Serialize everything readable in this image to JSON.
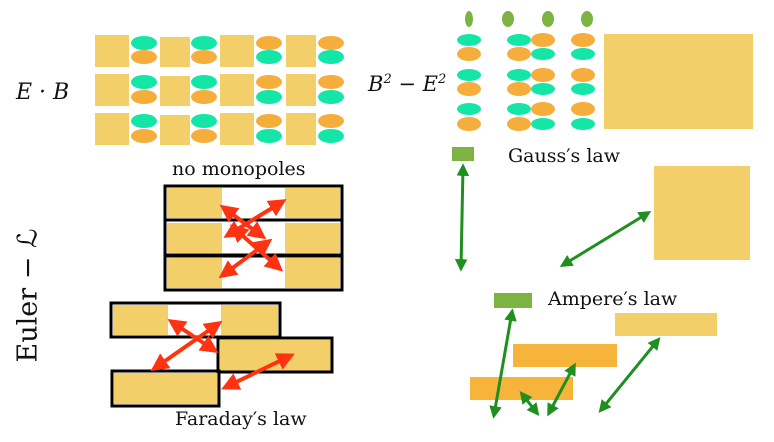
{
  "labels": {
    "e_dot_b": "E · B",
    "b2_e2_b": "B",
    "b2_e2_minus": " − E",
    "b2_e2_sup": "2",
    "no_monopoles": "no  monopoles",
    "gauss": "Gauss′s  law",
    "ampere": "Ampere′s  law",
    "faraday": "Faraday′s  law",
    "euler": "Euler − ℒ"
  },
  "colors": {
    "paper": "#f2cf68",
    "paper_dark": "#e9bf55",
    "teal": "#14e6a7",
    "orange": "#f5ad3c",
    "green": "#7cb342",
    "green_arrow": "#1f8f1f",
    "red_arrow": "#ff3311",
    "orange_bar": "#f6b43a",
    "border": "#000000"
  }
}
